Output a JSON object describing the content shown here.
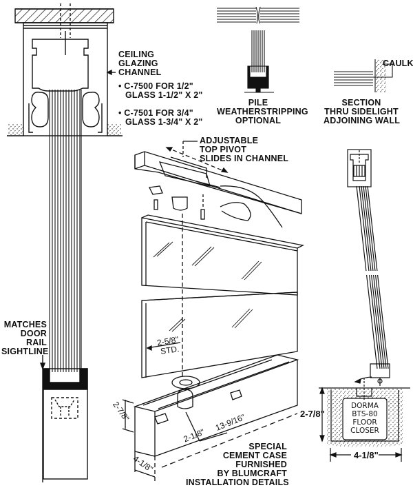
{
  "title": "Blumcraft Installation Details",
  "labels": {
    "ceiling_channel": [
      "CEILING",
      "GLAZING",
      "CHANNEL"
    ],
    "channel_options": [
      [
        "C-7500 FOR 1/2\"",
        "GLASS 1-1/2\" X 2\""
      ],
      [
        "C-7501 FOR 3/4\"",
        "GLASS 1-3/4\" X 2\""
      ]
    ],
    "pile": [
      "PILE",
      "WEATHERSTRIPPING",
      "OPTIONAL"
    ],
    "caulk": "CAULK",
    "section": [
      "SECTION",
      "THRU SIDELIGHT",
      "ADJOINING WALL"
    ],
    "top_pivot": [
      "ADJUSTABLE",
      "TOP PIVOT",
      "SLIDES IN CHANNEL"
    ],
    "matches": [
      "MATCHES",
      "DOOR",
      "RAIL",
      "SIGHTLINE"
    ],
    "cement_case": [
      "SPECIAL",
      "CEMENT CASE",
      "FURNISHED",
      "BY BLUMCRAFT",
      "INSTALLATION DETAILS"
    ],
    "closer": [
      "DORMA",
      "BTS-80",
      "FLOOR",
      "CLOSER"
    ]
  },
  "dimensions": {
    "pivot_offset": "2-5/8\"",
    "pivot_offset_note": "STD.",
    "case_height": "2-7/8\"",
    "pivot_to_end": "2-1/8\"",
    "case_length": "13-9/16\"",
    "case_width": "4-1/8\"",
    "closer_height": "2-7/8\"",
    "closer_width": "4-1/8\""
  }
}
